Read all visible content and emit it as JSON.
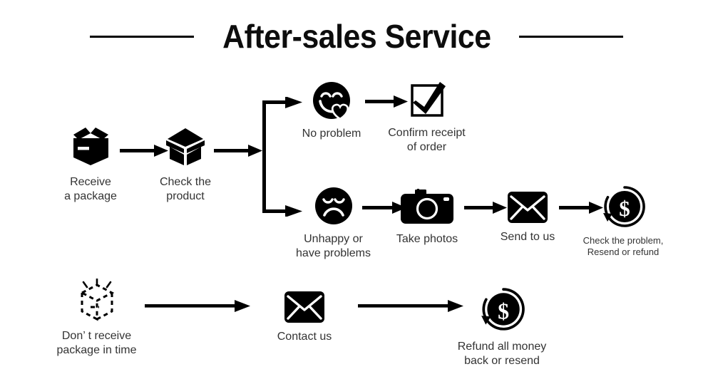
{
  "page": {
    "title": "After-sales Service",
    "background_color": "#ffffff",
    "ink_color": "#000000",
    "label_color": "#333333"
  },
  "header": {
    "title": "After-sales Service",
    "left_rule": "horizontal-rule",
    "right_rule": "horizontal-rule"
  },
  "flow": {
    "main_row": [
      {
        "id": "receive-package",
        "icon": "closed-box-icon",
        "label": "Receive\na package"
      },
      {
        "id": "check-product",
        "icon": "open-box-icon",
        "label": "Check the\nproduct"
      }
    ],
    "branch_top": [
      {
        "id": "no-problem",
        "icon": "happy-face-heart-icon",
        "label": "No problem"
      },
      {
        "id": "confirm-receipt",
        "icon": "checkbox-check-icon",
        "label": "Confirm receipt\nof order"
      }
    ],
    "branch_bottom": [
      {
        "id": "unhappy",
        "icon": "sad-face-icon",
        "label": "Unhappy or\nhave problems"
      },
      {
        "id": "take-photos",
        "icon": "camera-icon",
        "label": "Take photos"
      },
      {
        "id": "send-to-us",
        "icon": "envelope-icon",
        "label": "Send to us"
      },
      {
        "id": "check-problem",
        "icon": "dollar-refund-icon",
        "label": "Check the problem,\nResend or refund"
      }
    ],
    "bottom_row": [
      {
        "id": "not-received",
        "icon": "dashed-box-icon",
        "label": "Don’ t receive\npackage in time"
      },
      {
        "id": "contact-us",
        "icon": "envelope-icon",
        "label": "Contact us"
      },
      {
        "id": "refund-all",
        "icon": "dollar-refund-icon",
        "label": "Refund all money\nback or resend"
      }
    ],
    "arrows": [
      {
        "id": "arrow-receive-to-check",
        "direction": "right"
      },
      {
        "id": "arrow-check-to-branch",
        "direction": "right"
      },
      {
        "id": "arrow-branch-to-no-problem",
        "direction": "right"
      },
      {
        "id": "arrow-no-problem-to-confirm",
        "direction": "right"
      },
      {
        "id": "arrow-branch-to-unhappy",
        "direction": "right"
      },
      {
        "id": "arrow-unhappy-to-photos",
        "direction": "right"
      },
      {
        "id": "arrow-photos-to-send",
        "direction": "right"
      },
      {
        "id": "arrow-send-to-check-problem",
        "direction": "right"
      },
      {
        "id": "arrow-notreceived-to-contact",
        "direction": "right"
      },
      {
        "id": "arrow-contact-to-refund",
        "direction": "right"
      }
    ],
    "branch_connector": {
      "id": "branch-split-connector",
      "shape": "vertical-bracket"
    }
  }
}
